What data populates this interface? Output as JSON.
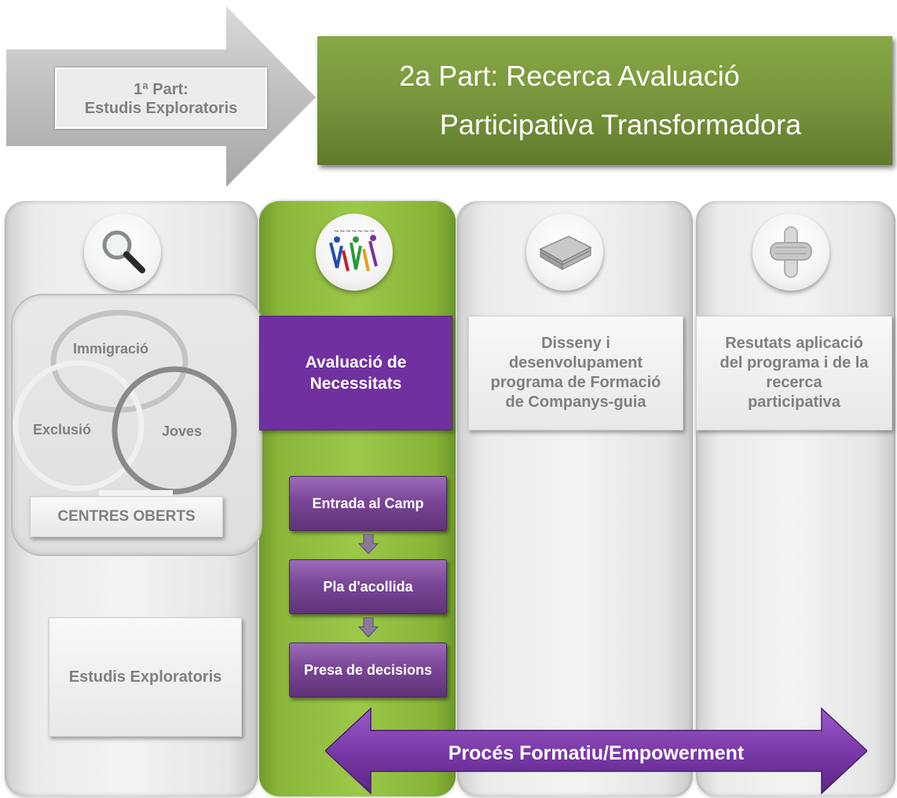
{
  "header": {
    "part1_line1": "1ª Part:",
    "part1_line2": "Estudis Exploratoris",
    "part2_line1": "2a Part: Recerca Avaluació",
    "part2_line2": "Participativa Transformadora"
  },
  "column1": {
    "icon": "magnifier-icon",
    "venn": {
      "top": "Immigració",
      "left": "Exclusió",
      "right": "Joves"
    },
    "centres_label": "CENTRES OBERTS",
    "box_label": "Estudis Exploratoris"
  },
  "column2": {
    "icon": "centre-obert-logo",
    "header_line1": "Avaluació de",
    "header_line2": "Necessitats",
    "steps": [
      "Entrada al Camp",
      "Pla d'acollida",
      "Presa de decisions"
    ]
  },
  "column3": {
    "icon": "papers-icon",
    "lines": [
      "Disseny  i",
      "desenvolupament",
      "programa de Formació",
      "de Companys-guia"
    ]
  },
  "column4": {
    "icon": "hands-icon",
    "lines": [
      "Resutats aplicació",
      "del programa i de la",
      "recerca",
      "participativa"
    ]
  },
  "bottom_arrow": {
    "label": "Procés Formatiu/Empowerment"
  },
  "colors": {
    "green": "#77933c",
    "purple": "#7030a0",
    "grey_text": "#7f7f7f"
  }
}
